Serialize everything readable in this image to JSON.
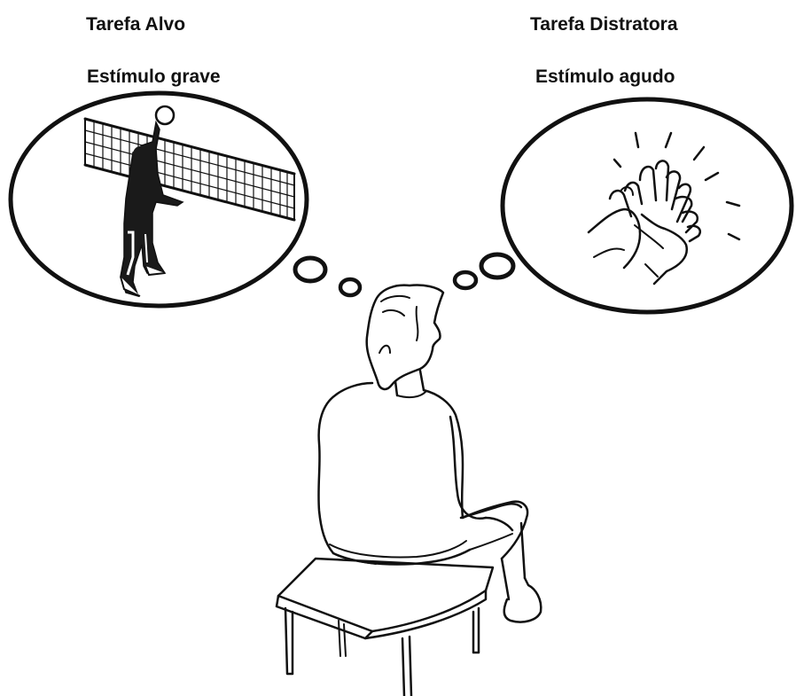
{
  "left": {
    "task": "Tarefa Alvo",
    "stimulus": "Estímulo grave",
    "picture": "volleyball-player-icon"
  },
  "right": {
    "task": "Tarefa Distratora",
    "stimulus": "Estímulo agudo",
    "picture": "clapping-hands-icon"
  },
  "figure": "seated-person-illustration",
  "colors": {
    "ink": "#111111",
    "background": "#ffffff"
  }
}
